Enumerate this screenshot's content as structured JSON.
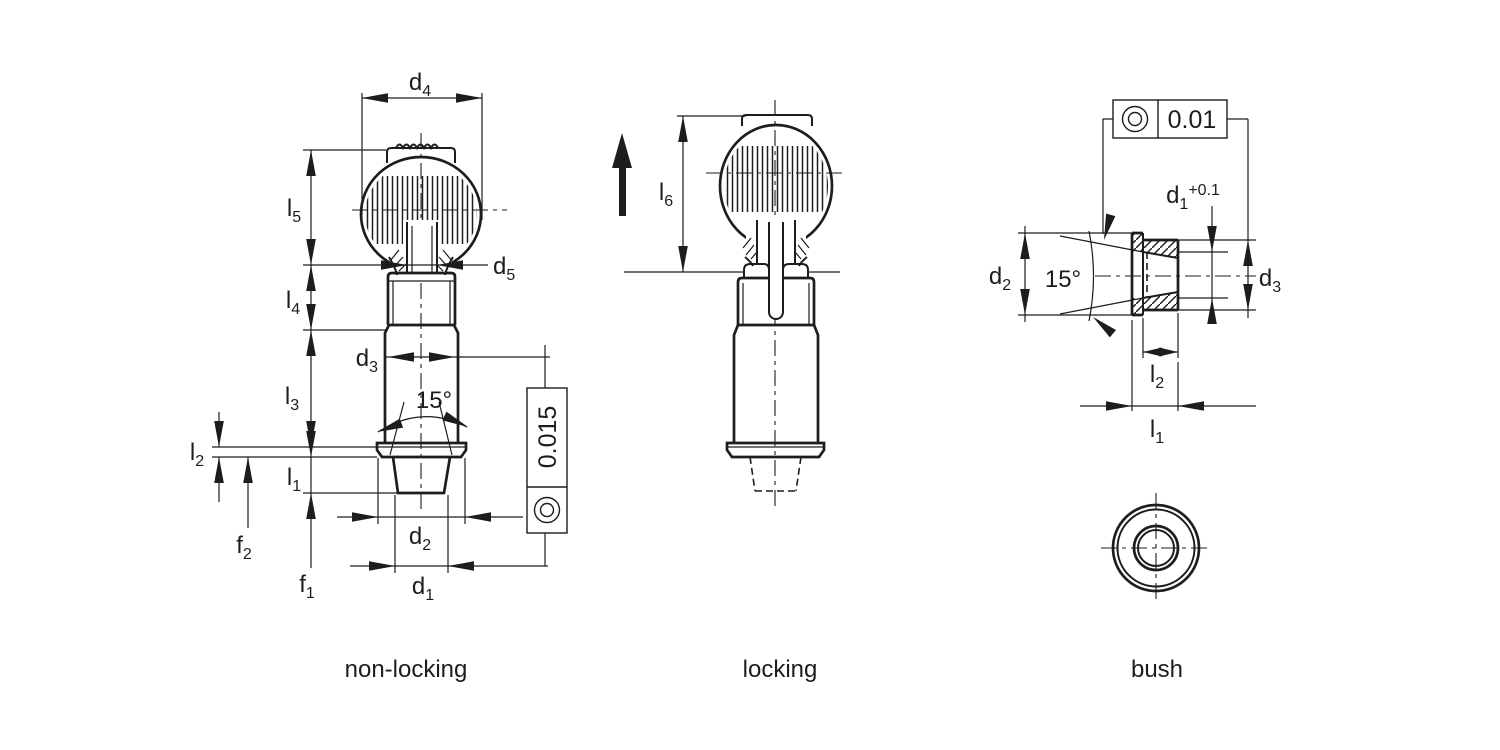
{
  "colors": {
    "line": "#1d1d1b",
    "background": "#ffffff"
  },
  "captions": {
    "non_locking": "non-locking",
    "locking": "locking",
    "bush": "bush"
  },
  "non_locking": {
    "d4": {
      "base": "d",
      "sub": "4"
    },
    "l5": {
      "base": "l",
      "sub": "5"
    },
    "d5": {
      "base": "d",
      "sub": "5"
    },
    "l4": {
      "base": "l",
      "sub": "4"
    },
    "d3": {
      "base": "d",
      "sub": "3"
    },
    "l3": {
      "base": "l",
      "sub": "3"
    },
    "angle": "15°",
    "l2": {
      "base": "l",
      "sub": "2"
    },
    "l1": {
      "base": "l",
      "sub": "1"
    },
    "f2": {
      "base": "f",
      "sub": "2"
    },
    "f1": {
      "base": "f",
      "sub": "1"
    },
    "d2": {
      "base": "d",
      "sub": "2"
    },
    "d1": {
      "base": "d",
      "sub": "1"
    },
    "tolerance": {
      "value": "0.015",
      "symbol": "concentricity"
    }
  },
  "locking": {
    "l6": {
      "base": "l",
      "sub": "6"
    }
  },
  "bush": {
    "tolerance": {
      "value": "0.01",
      "symbol": "concentricity"
    },
    "d1": {
      "base": "d",
      "sub": "1",
      "tol": "+0.1"
    },
    "d2": {
      "base": "d",
      "sub": "2"
    },
    "angle": "15°",
    "d3": {
      "base": "d",
      "sub": "3"
    },
    "l2": {
      "base": "l",
      "sub": "2"
    },
    "l1": {
      "base": "l",
      "sub": "1"
    }
  }
}
